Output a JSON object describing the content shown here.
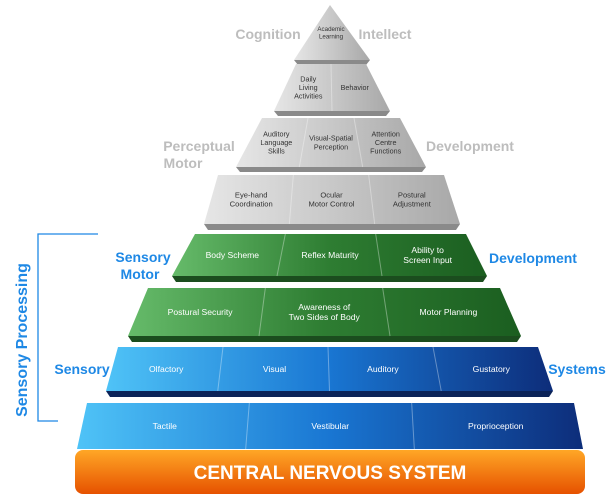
{
  "side_labels": {
    "cognition": "Cognition",
    "intellect": "Intellect",
    "perceptual_motor": [
      "Perceptual",
      "Motor"
    ],
    "development_top": "Development",
    "sensory_motor": [
      "Sensory",
      "Motor"
    ],
    "development_blue": "Development",
    "sensory": "Sensory",
    "systems": "Systems",
    "sensory_processing": "Sensory Processing"
  },
  "base": {
    "label": "CENTRAL NERVOUS SYSTEM"
  },
  "tiers": [
    {
      "name": "apex",
      "cells": [
        [
          "Academic",
          "Learning"
        ]
      ]
    },
    {
      "name": "tier-2",
      "cells": [
        [
          "Daily",
          "Living",
          "Activities"
        ],
        [
          "Behavior"
        ]
      ]
    },
    {
      "name": "tier-3",
      "cells": [
        [
          "Auditory",
          "Language",
          "Skills"
        ],
        [
          "Visual-Spatial",
          "Perception"
        ],
        [
          "Attention",
          "Centre",
          "Functions"
        ]
      ]
    },
    {
      "name": "tier-4",
      "cells": [
        [
          "Eye-hand",
          "Coordination"
        ],
        [
          "Ocular",
          "Motor Control"
        ],
        [
          "Postural",
          "Adjustment"
        ]
      ]
    },
    {
      "name": "tier-5",
      "cells": [
        [
          "Body Scheme"
        ],
        [
          "Reflex Maturity"
        ],
        [
          "Ability to",
          "Screen Input"
        ]
      ]
    },
    {
      "name": "tier-6",
      "cells": [
        [
          "Postural Security"
        ],
        [
          "Awareness of",
          "Two Sides of Body"
        ],
        [
          "Motor Planning"
        ]
      ]
    },
    {
      "name": "tier-7",
      "cells": [
        [
          "Olfactory"
        ],
        [
          "Visual"
        ],
        [
          "Auditory"
        ],
        [
          "Gustatory"
        ]
      ]
    },
    {
      "name": "tier-8",
      "cells": [
        [
          "Tactile"
        ],
        [
          "Vestibular"
        ],
        [
          "Proprioception"
        ]
      ]
    }
  ],
  "colors": {
    "gray_fill": [
      "#d9d9d9",
      "#bdbdbd",
      "#9e9e9e"
    ],
    "green_fill": [
      "#4caf50",
      "#2e7d32",
      "#1b5e20"
    ],
    "blue_fill": [
      "#29b6f6",
      "#1565c0",
      "#0d2d7a"
    ],
    "label_gray": "#bdbdbd",
    "label_blue": "#1e88e5",
    "base_orange": "#f57c00",
    "base_text": "#ffffff"
  }
}
